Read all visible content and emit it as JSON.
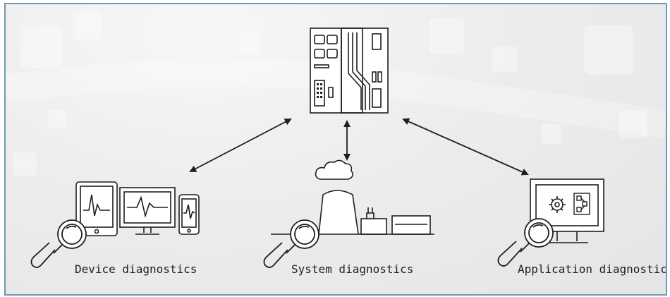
{
  "diagram": {
    "labels": {
      "device": "Device diagnostics",
      "system": "System diagnostics",
      "application": "Application diagnostics"
    }
  },
  "colors": {
    "border": "#6f9ab3",
    "stroke": "#1e1e1e",
    "background": "#e8e9ea"
  },
  "icons": [
    "controller-icon",
    "tablet-icon",
    "monitor-icon",
    "phone-icon",
    "factory-icon",
    "cloud-icon",
    "gear-icon",
    "magnifier-icon"
  ]
}
